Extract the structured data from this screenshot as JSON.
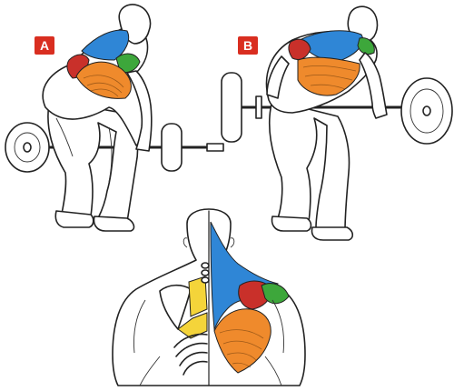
{
  "labels": {
    "a": "A",
    "b": "B"
  },
  "colors": {
    "badge": "#d92e20",
    "trapezius": "#2f86d6",
    "deltoid_rear": "#c9302a",
    "infraspinatus": "#3da73b",
    "latissimus": "#ef8a2c",
    "rhomboid": "#f4d43a",
    "outline": "#222222"
  },
  "icons": {
    "a": "figure-bent-over-row-side",
    "b": "figure-bent-over-row-angle",
    "c": "figure-back-anatomy"
  }
}
